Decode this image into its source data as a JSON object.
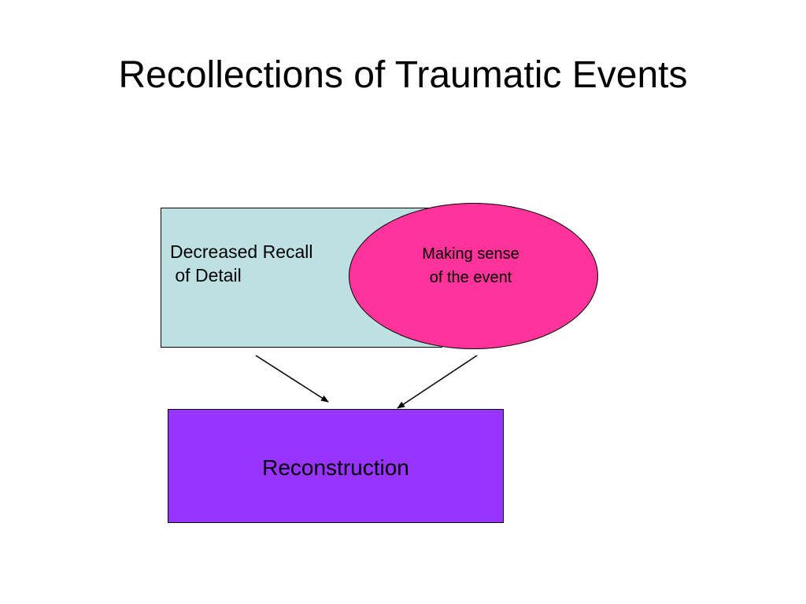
{
  "title": "Recollections of Traumatic Events",
  "nodes": {
    "decreased_recall": {
      "label": "Decreased Recall\n of Detail",
      "fill": "#bde0e3"
    },
    "making_sense": {
      "label": "Making sense\nof the event",
      "fill": "#ff3399"
    },
    "reconstruction": {
      "label": "Reconstruction",
      "fill": "#9933ff"
    }
  },
  "edges": [
    {
      "from": "Decreased Recall of Detail",
      "to": "Reconstruction"
    },
    {
      "from": "Making sense of the event",
      "to": "Reconstruction"
    }
  ]
}
